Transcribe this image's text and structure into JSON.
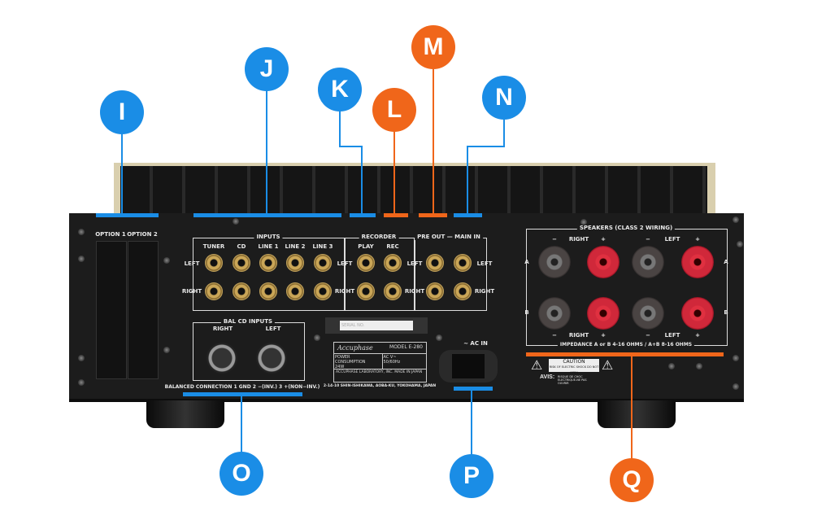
{
  "callouts": [
    {
      "id": "I",
      "color": "#1a8de6"
    },
    {
      "id": "J",
      "color": "#1a8de6"
    },
    {
      "id": "K",
      "color": "#1a8de6"
    },
    {
      "id": "L",
      "color": "#f0661a"
    },
    {
      "id": "M",
      "color": "#f0661a"
    },
    {
      "id": "N",
      "color": "#1a8de6"
    },
    {
      "id": "O",
      "color": "#1a8de6"
    },
    {
      "id": "P",
      "color": "#1a8de6"
    },
    {
      "id": "Q",
      "color": "#f0661a"
    }
  ],
  "panel": {
    "option1": "OPTION 1",
    "option2": "OPTION 2",
    "inputs": "INPUTS",
    "recorder": "RECORDER",
    "preout_mainin": "PRE OUT — MAIN IN",
    "tuner": "TUNER",
    "cd": "CD",
    "line1": "LINE 1",
    "line2": "LINE 2",
    "line3": "LINE 3",
    "play": "PLAY",
    "rec": "REC",
    "left": "LEFT",
    "right": "RIGHT",
    "bal_cd_inputs": "BAL CD INPUTS",
    "balanced_connection": "BALANCED CONNECTION  1 GND  2 −(INV.)  3 +(NON−INV.)",
    "serial": "SERIAL NO.",
    "brand": "Accuphase",
    "model": "MODEL E-280",
    "power_consumption": "POWER CONSUMPTION",
    "power_value": "24W",
    "ac": "AC   V~",
    "freq": "50/60Hz",
    "maker": "ACCUPHASE LABORATORY, INC.   MADE IN JAPAN",
    "address": "2-14-10 SHIN-ISHIKAWA, AOBA-KU, YOKOHAMA, JAPAN",
    "ac_in": "~ AC IN",
    "speakers": "SPEAKERS (CLASS 2 WIRING)",
    "minus": "−",
    "plus": "+",
    "a": "A",
    "b": "B",
    "impedance": "IMPEDANCE  A or B 4-16 OHMS / A+B 8-16 OHMS",
    "caution": "CAUTION",
    "caution_sub": "RISK OF ELECTRIC SHOCK DO NOT OPEN",
    "avis": "AVIS:",
    "avis_sub": "RISQUE DE CHOC ELECTRIQUE-NE PAS OUVRIR"
  }
}
